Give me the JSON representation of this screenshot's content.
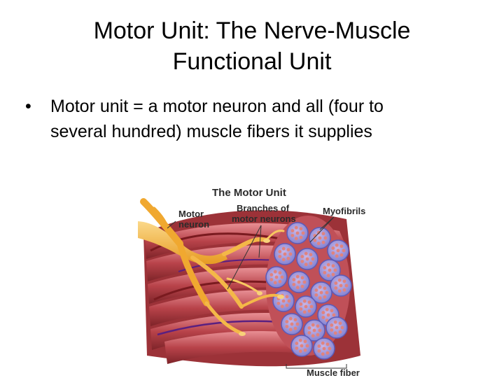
{
  "slide": {
    "title_line1": "Motor Unit: The Nerve-Muscle",
    "title_line2": "Functional Unit",
    "bullet_marker": "•",
    "bullet_line1": "Motor unit = a motor neuron and all (four to",
    "bullet_line2": "several hundred) muscle fibers it supplies"
  },
  "figure": {
    "title": "The Motor Unit",
    "label_motor_line1": "Motor",
    "label_motor_line2": "neuron",
    "label_branches_line1": "Branches of",
    "label_branches_line2": "motor neurons",
    "label_myofibrils": "Myofibrils",
    "label_muscle_fiber": "Muscle fiber"
  },
  "colors": {
    "muscle": "#b8434a",
    "muscle_light": "#d97a80",
    "neuron": "#f2b23a",
    "neuron_light": "#f8d27a",
    "fascicle": "#8a8fd8",
    "myofibril": "#e0837e"
  }
}
